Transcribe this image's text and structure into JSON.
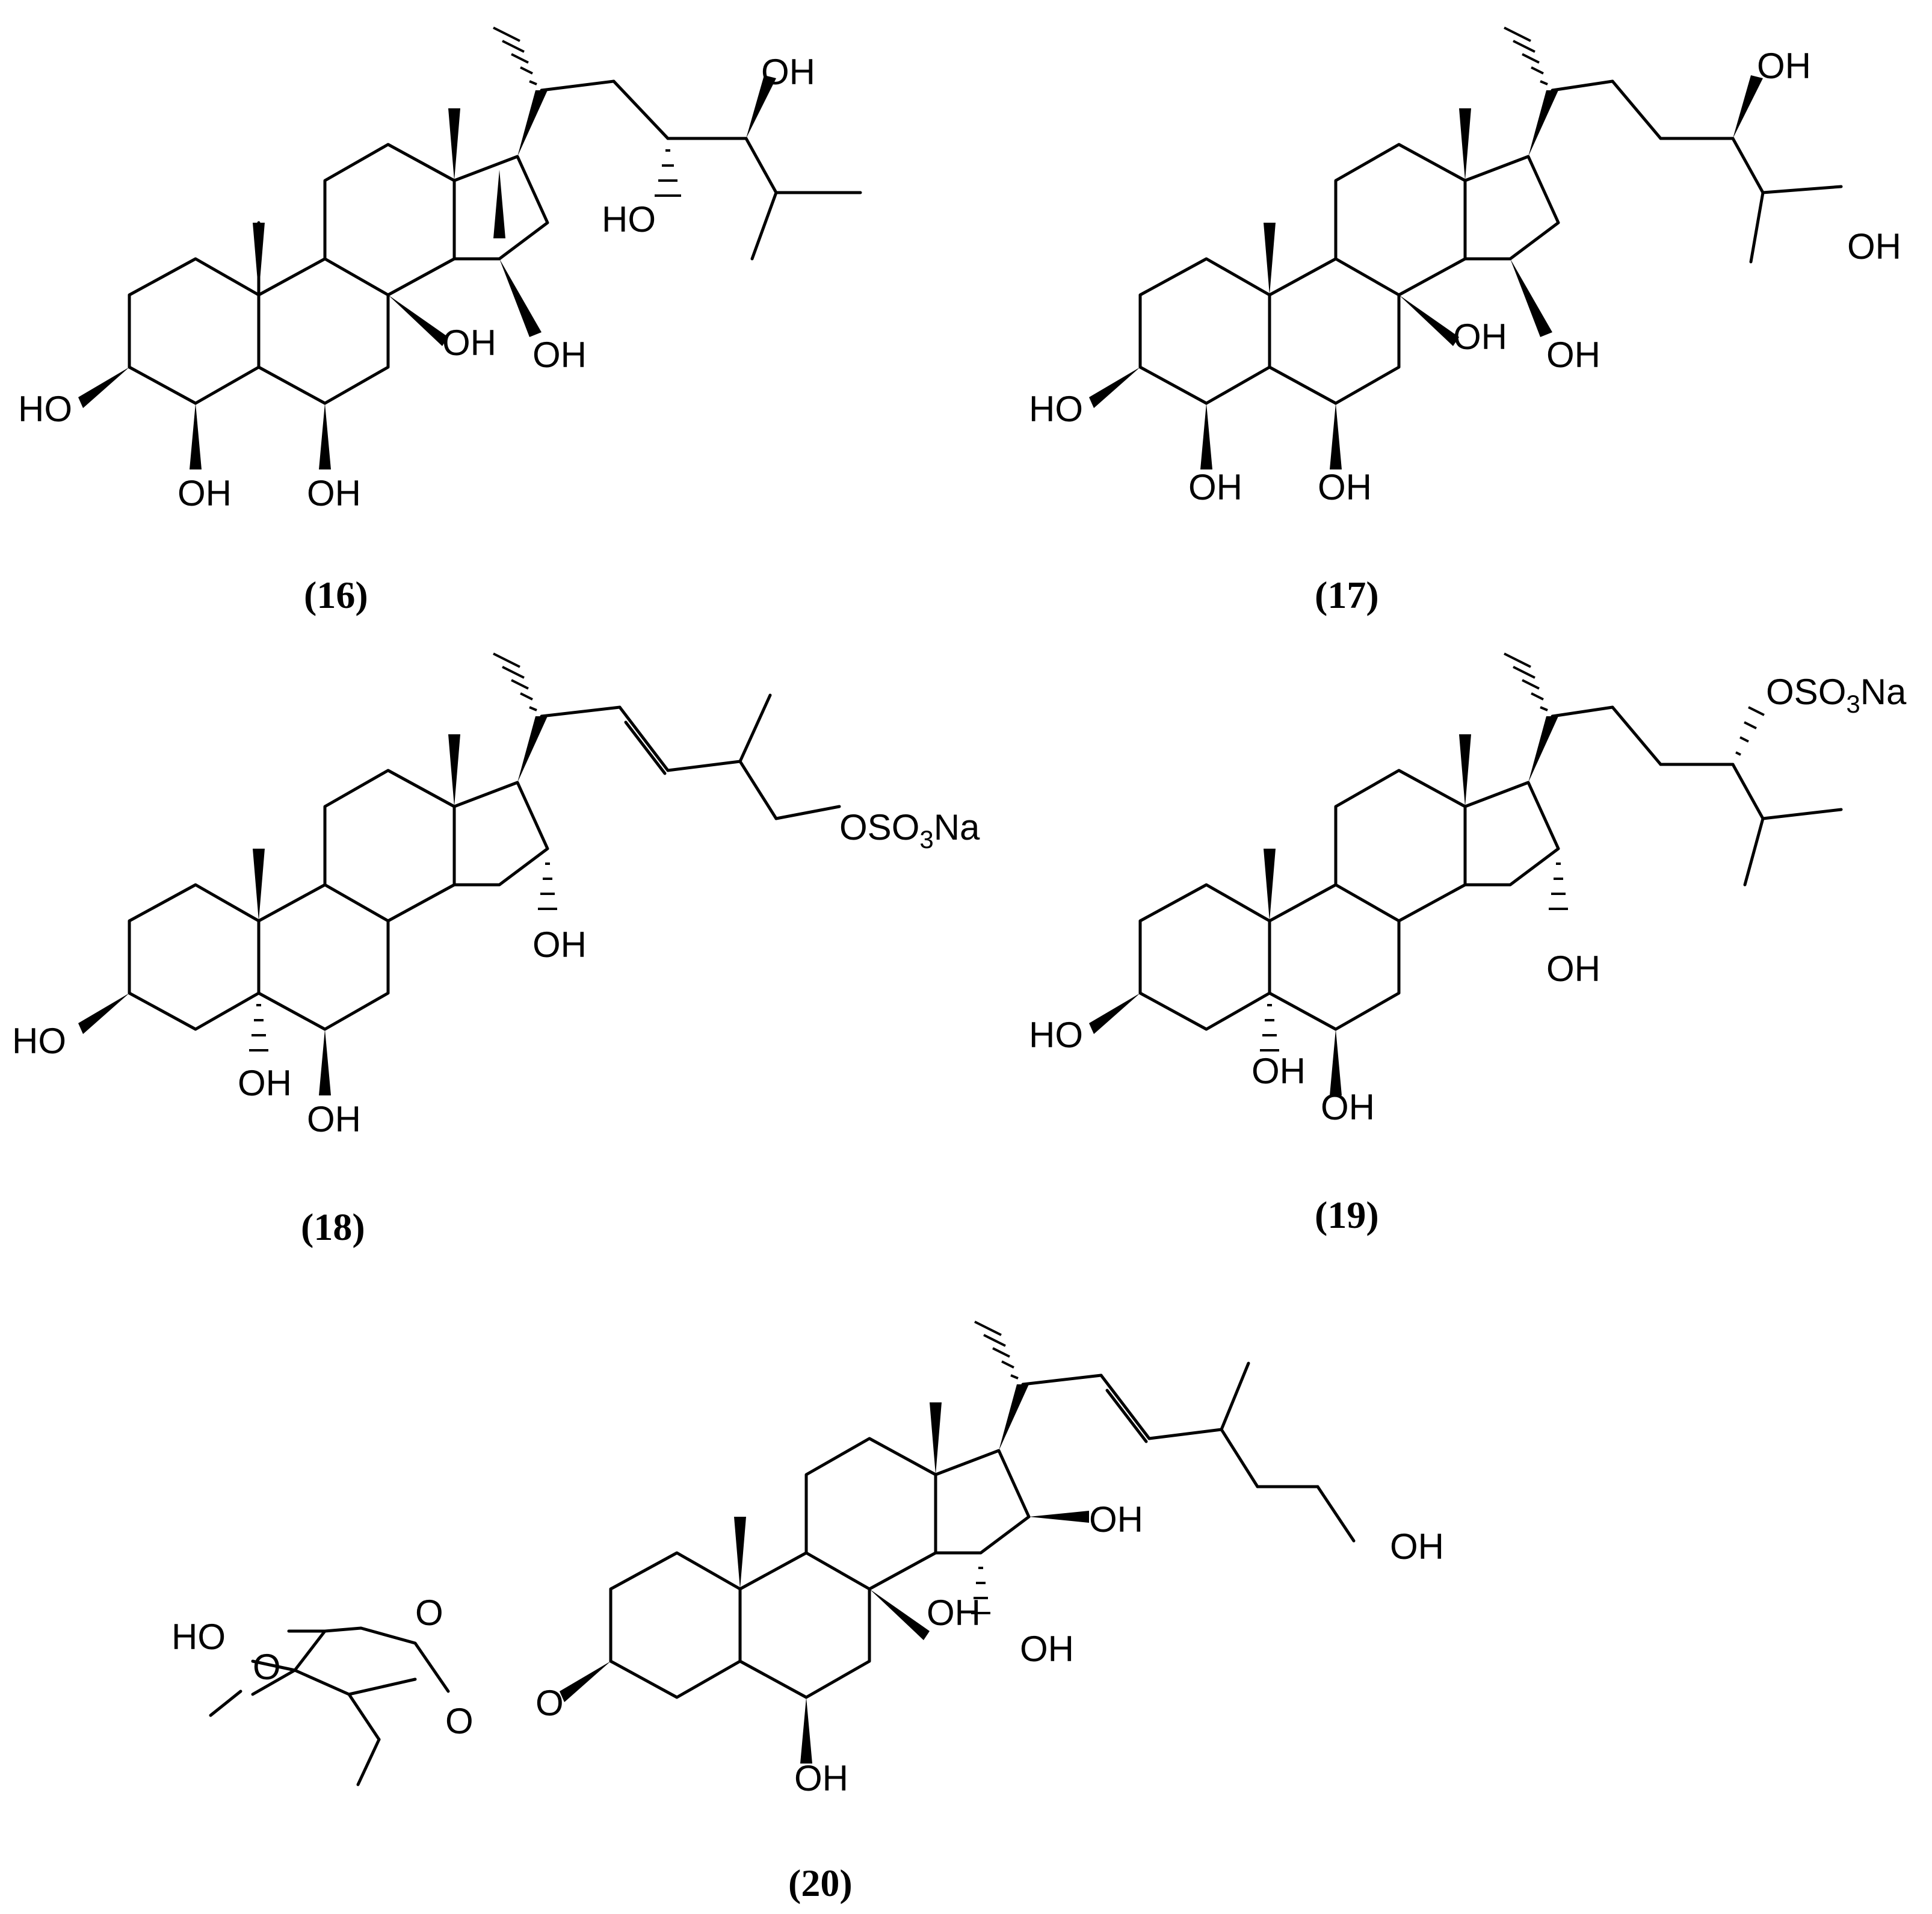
{
  "figure": {
    "compounds": [
      {
        "id": "16",
        "caption": "(16)"
      },
      {
        "id": "17",
        "caption": "(17)"
      },
      {
        "id": "18",
        "caption": "(18)",
        "sulfate": {
          "prefix": "OSO",
          "sub": "3",
          "suffix": "Na"
        }
      },
      {
        "id": "19",
        "caption": "(19)",
        "sulfate": {
          "prefix": "OSO",
          "sub": "3",
          "suffix": "Na"
        }
      },
      {
        "id": "20",
        "caption": "(20)"
      }
    ],
    "atoms": {
      "hydroxyl": "OH",
      "hydroxyl_left": "HO",
      "oxygen": "O"
    }
  }
}
